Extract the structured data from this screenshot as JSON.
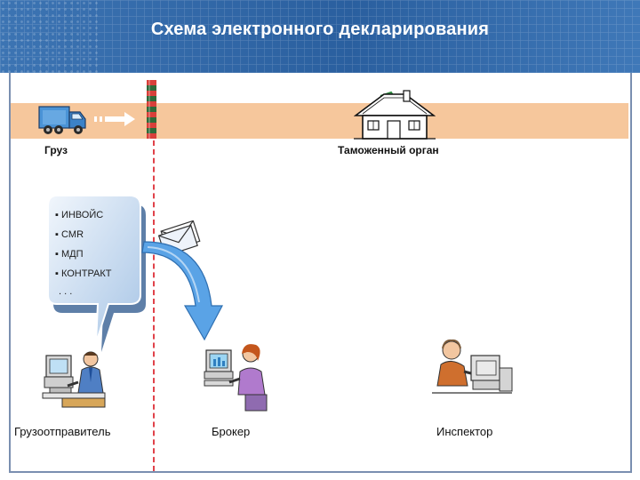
{
  "slide": {
    "title": "Схема электронного декларирования"
  },
  "diagram": {
    "cargo_label": "Груз",
    "customs_label": "Таможенный орган",
    "documents": [
      "▪ ИНВОЙС",
      "▪ CMR",
      "▪ МДП",
      "▪ КОНТРАКТ",
      ". . ."
    ],
    "actors": {
      "shipper": "Грузоотправитель",
      "broker": "Брокер",
      "inspector": "Инспектор"
    }
  },
  "colors": {
    "header": "#2a5f9f",
    "road": "#f6c79c",
    "border_line": "#e0424a",
    "bubble": "#c6daf0",
    "arrow": "#4b95dd"
  }
}
